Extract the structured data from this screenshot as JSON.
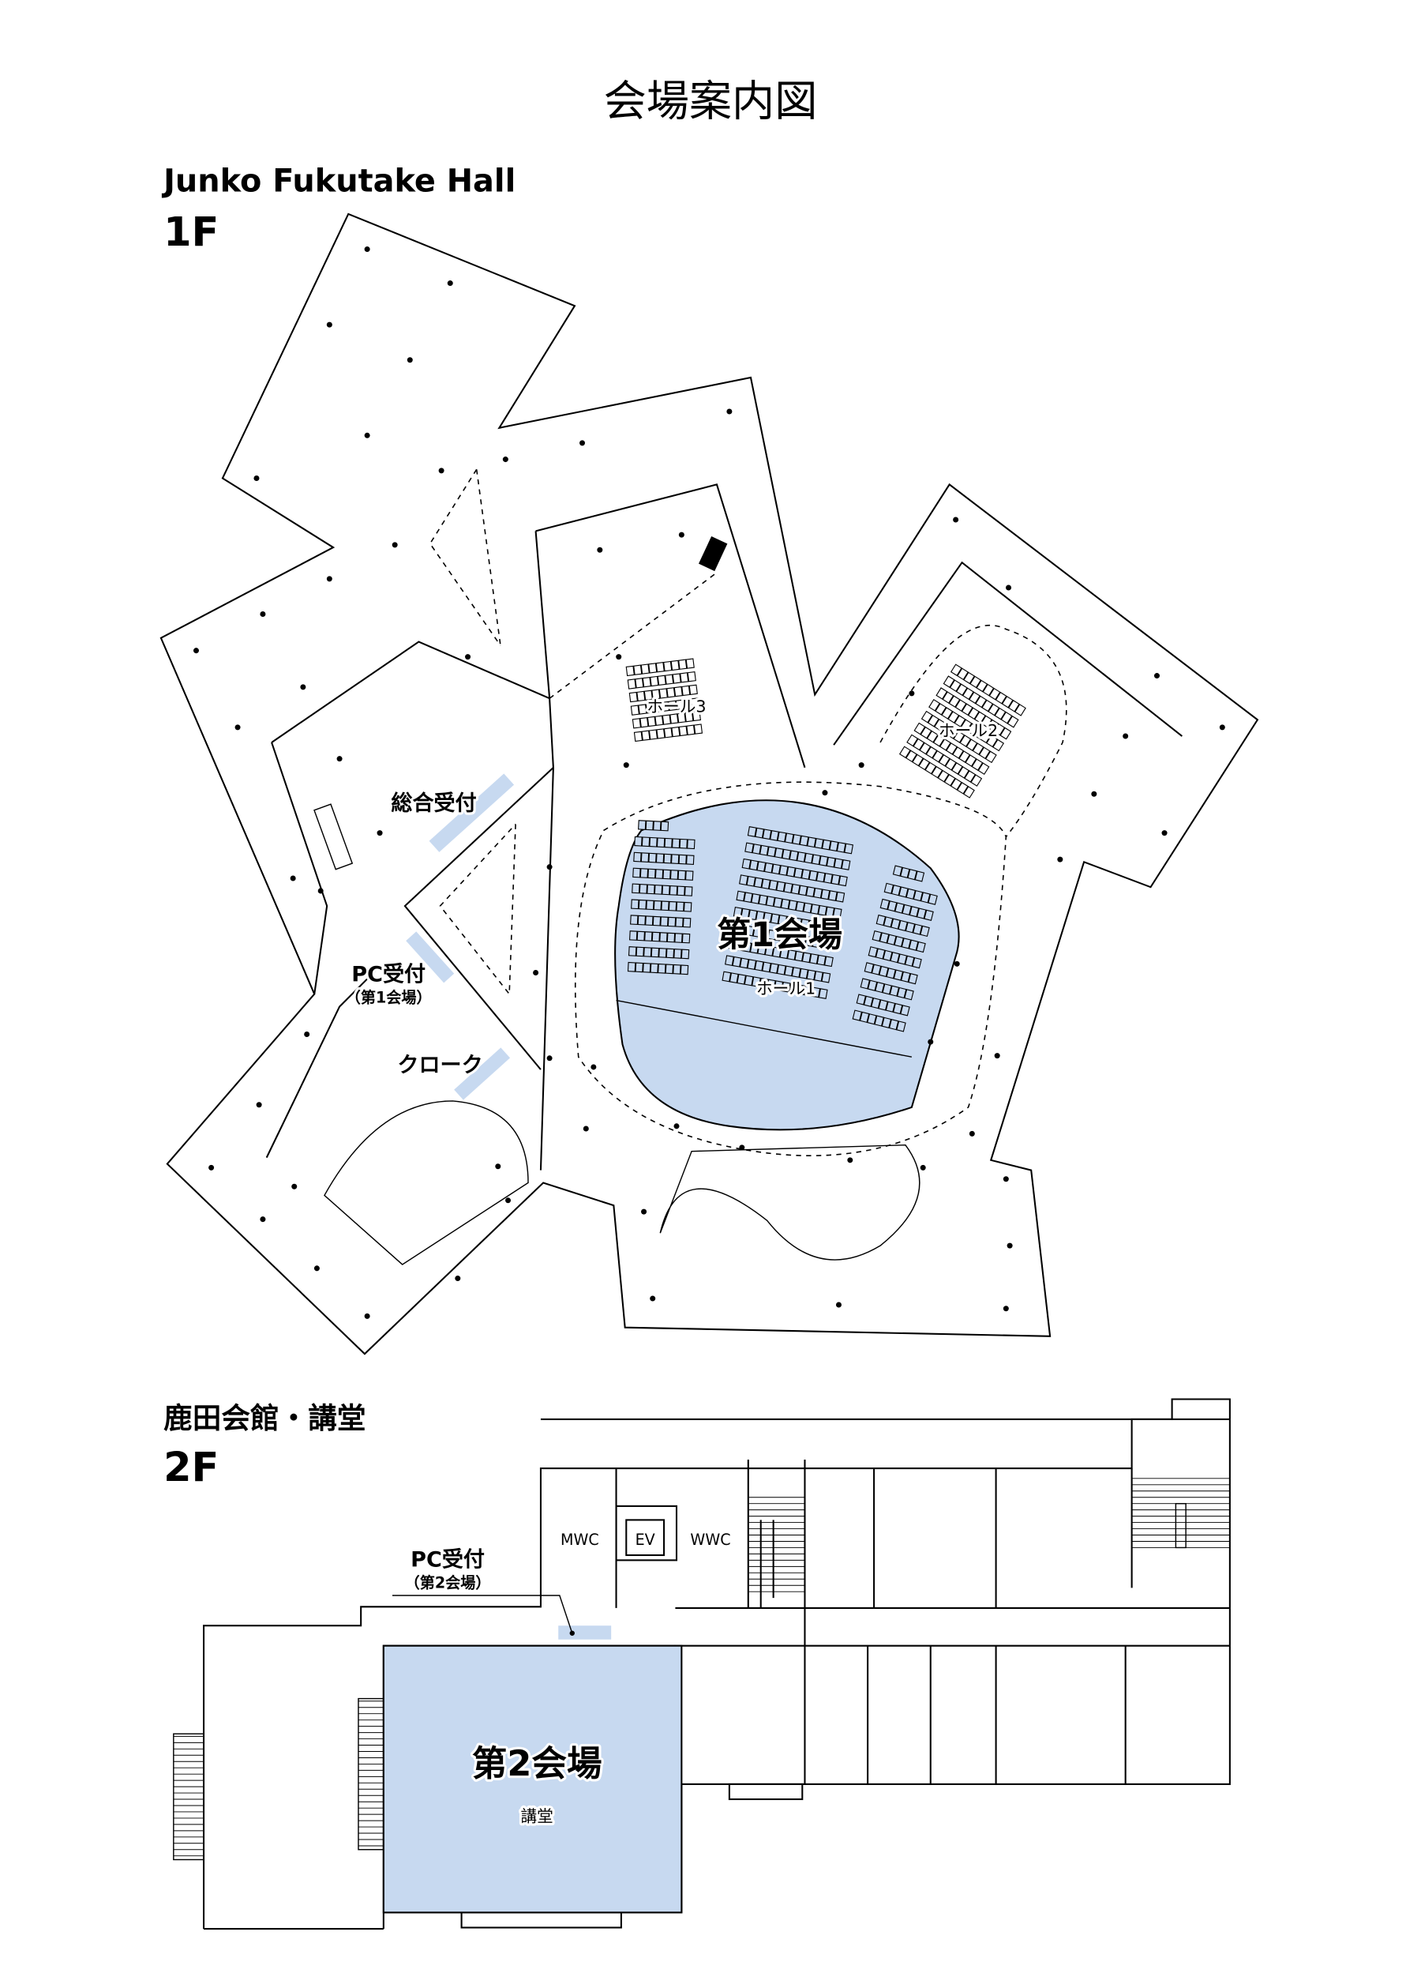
{
  "title": "会場案内図",
  "colors": {
    "venue_fill": "#c7d9f0",
    "line": "#000000",
    "background": "#ffffff"
  },
  "floor1": {
    "building": "Junko Fukutake Hall",
    "floor": "1F",
    "labels": {
      "general_reception": "総合受付",
      "pc_reception": "PC受付",
      "pc_reception_sub": "（第1会場）",
      "cloak": "クローク",
      "hall3": "ホール3",
      "hall2": "ホール2",
      "venue1": "第1会場",
      "hall1": "ホール1"
    }
  },
  "floor2": {
    "building": "鹿田会館・講堂",
    "floor": "2F",
    "labels": {
      "mwc": "MWC",
      "ev": "EV",
      "wwc": "WWC",
      "pc_reception": "PC受付",
      "pc_reception_sub": "（第2会場）",
      "venue2": "第2会場",
      "auditorium": "講堂"
    }
  }
}
